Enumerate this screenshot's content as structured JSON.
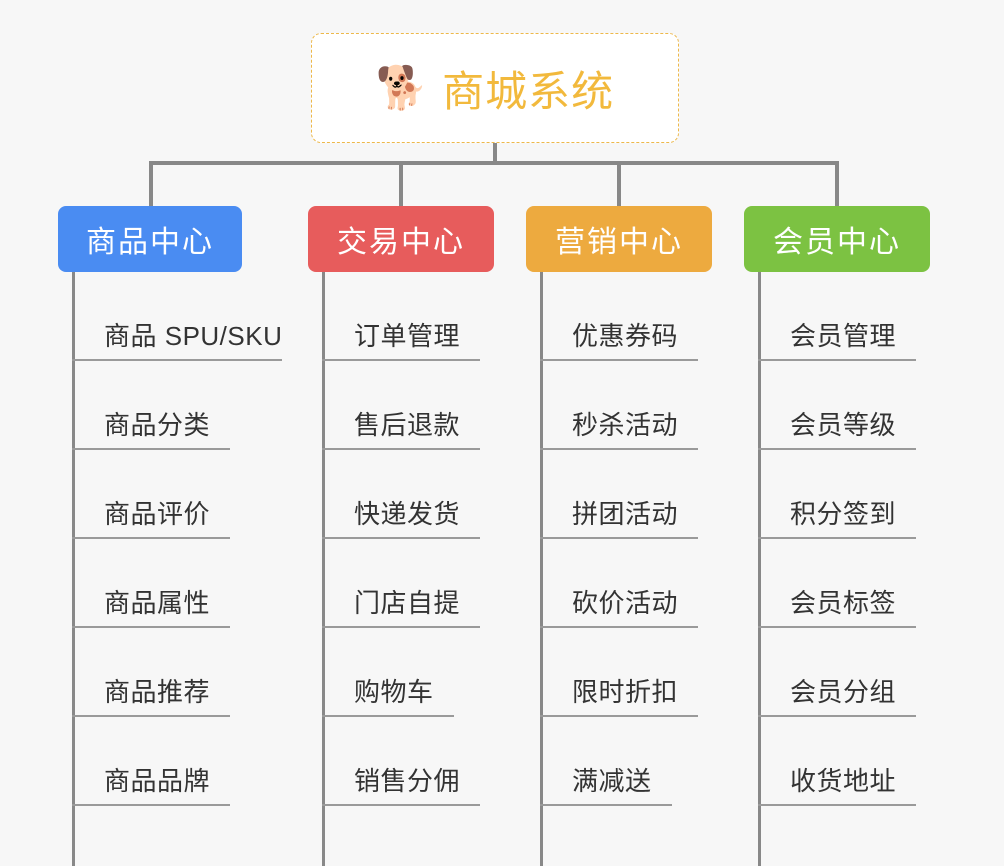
{
  "page": {
    "background_color": "#f7f7f7",
    "connector_color": "#888888",
    "underline_color": "#9a9a9a",
    "leaf_text_color": "#333333"
  },
  "root": {
    "icon": "shiba-dog-face-emoji",
    "emoji": "🐕",
    "title": "商城系统",
    "title_color": "#f2b93c",
    "border_color": "#edb84a",
    "background_color": "#ffffff"
  },
  "branches": [
    {
      "id": "product-center",
      "label": "商品中心",
      "color": "#4a8cf2",
      "items": [
        {
          "label": "商品 SPU/SKU",
          "underline_width": 210
        },
        {
          "label": "商品分类",
          "underline_width": 158
        },
        {
          "label": "商品评价",
          "underline_width": 158
        },
        {
          "label": "商品属性",
          "underline_width": 158
        },
        {
          "label": "商品推荐",
          "underline_width": 158
        },
        {
          "label": "商品品牌",
          "underline_width": 158
        }
      ]
    },
    {
      "id": "trade-center",
      "label": "交易中心",
      "color": "#e75c5c",
      "items": [
        {
          "label": "订单管理",
          "underline_width": 158
        },
        {
          "label": "售后退款",
          "underline_width": 158
        },
        {
          "label": "快递发货",
          "underline_width": 158
        },
        {
          "label": "门店自提",
          "underline_width": 158
        },
        {
          "label": "购物车",
          "underline_width": 132
        },
        {
          "label": "销售分佣",
          "underline_width": 158
        }
      ]
    },
    {
      "id": "marketing-center",
      "label": "营销中心",
      "color": "#edaa3f",
      "items": [
        {
          "label": "优惠券码",
          "underline_width": 158
        },
        {
          "label": "秒杀活动",
          "underline_width": 158
        },
        {
          "label": "拼团活动",
          "underline_width": 158
        },
        {
          "label": "砍价活动",
          "underline_width": 158
        },
        {
          "label": "限时折扣",
          "underline_width": 158
        },
        {
          "label": "满减送",
          "underline_width": 132
        }
      ]
    },
    {
      "id": "member-center",
      "label": "会员中心",
      "color": "#7cc242",
      "items": [
        {
          "label": "会员管理",
          "underline_width": 158
        },
        {
          "label": "会员等级",
          "underline_width": 158
        },
        {
          "label": "积分签到",
          "underline_width": 158
        },
        {
          "label": "会员标签",
          "underline_width": 158
        },
        {
          "label": "会员分组",
          "underline_width": 158
        },
        {
          "label": "收货地址",
          "underline_width": 158
        }
      ]
    }
  ]
}
